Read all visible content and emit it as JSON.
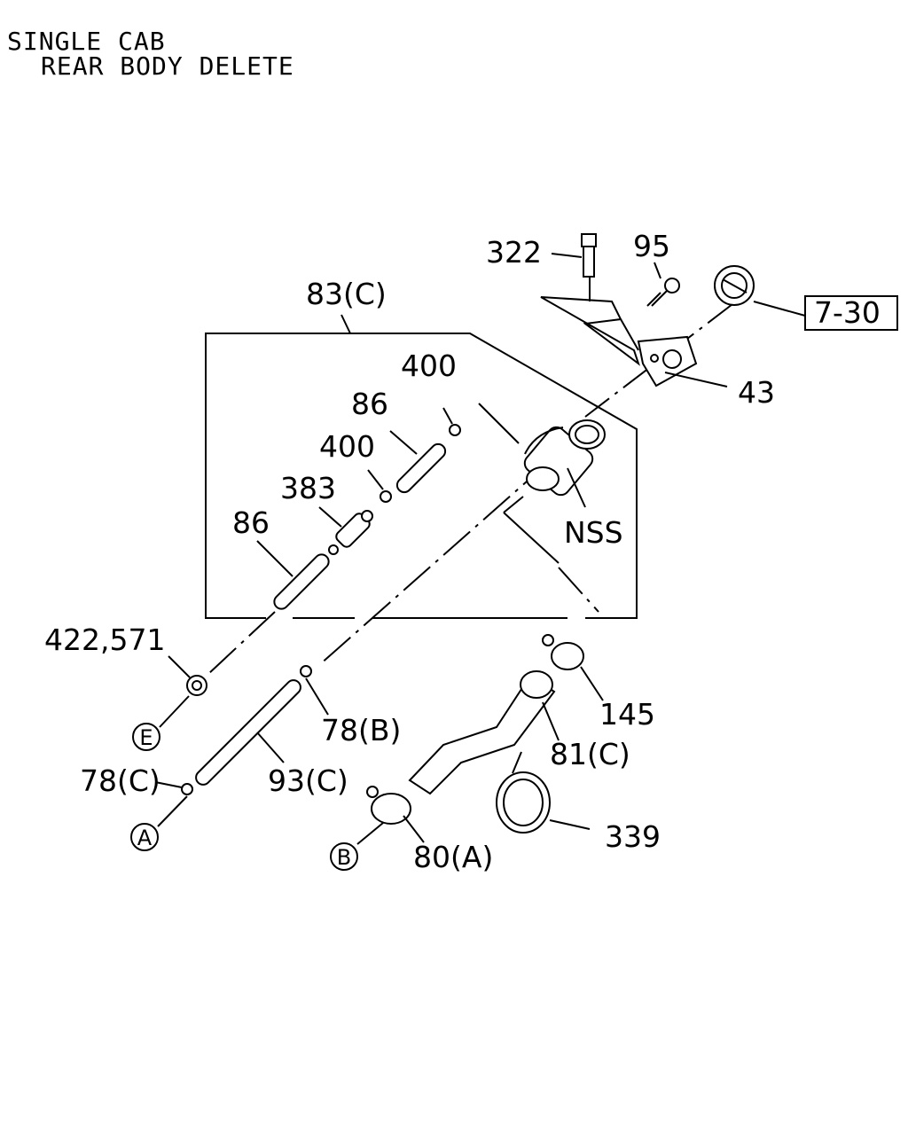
{
  "header": {
    "line1": "SINGLE CAB",
    "line2": "REAR BODY DELETE"
  },
  "callouts": {
    "p322": "322",
    "p95": "95",
    "ref730": "7-30",
    "p43": "43",
    "p83c": "83(C)",
    "p400a": "400",
    "p86a": "86",
    "p400b": "400",
    "p383": "383",
    "p86b": "86",
    "nss": "NSS",
    "p422_571": "422,571",
    "p78b": "78(B)",
    "p145": "145",
    "p81c": "81(C)",
    "p78c": "78(C)",
    "p93c": "93(C)",
    "p80a": "80(A)",
    "p339": "339"
  },
  "connectors": {
    "e": "E",
    "a": "A",
    "b": "B"
  }
}
